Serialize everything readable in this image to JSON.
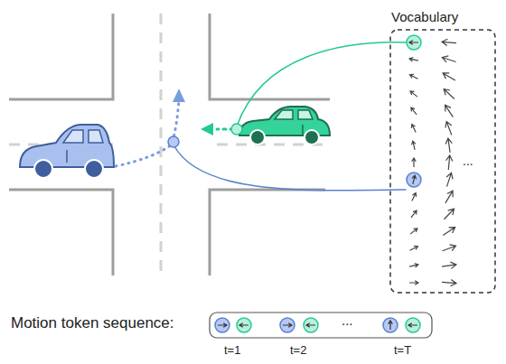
{
  "diagram": {
    "nodes": [
      {
        "text": [
          "Vocabulary",
          "..."
        ]
      },
      {
        "text": [
          "Motion token sequence:",
          "..."
        ]
      }
    ],
    "labels": [
      "t=1",
      "t=2",
      "t=T"
    ]
  }
}
